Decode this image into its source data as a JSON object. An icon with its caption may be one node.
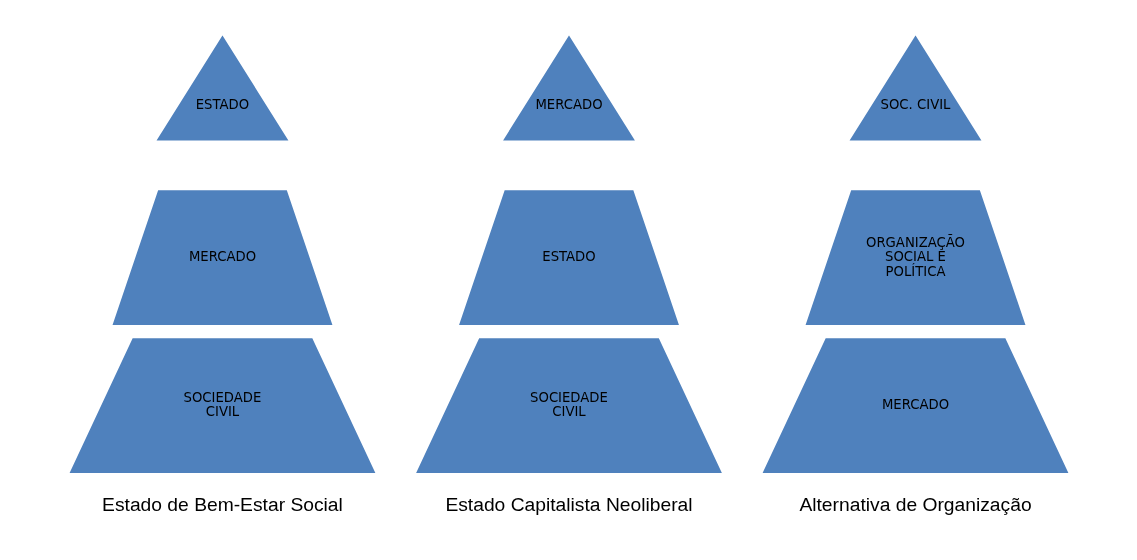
{
  "diagram": {
    "nodes": [
      {
        "text": [
          "ESTADO"
        ]
      },
      {
        "text": [
          "MERCADO"
        ]
      },
      {
        "text": [
          "SOCIEDADE CIVIL"
        ],
        "beside": [
          "Estado de Bem-Estar Social"
        ]
      },
      {
        "text": [
          "MERCADO"
        ]
      },
      {
        "text": [
          "ESTADO"
        ]
      },
      {
        "text": [
          "SOCIEDADE CIVIL"
        ],
        "beside": [
          "Estado Capitalista Neoliberal"
        ]
      },
      {
        "text": [
          "SOC. CIVIL"
        ]
      },
      {
        "text": [
          "ORGANIZAÇÃO SOCIAL E POLÍTICA"
        ]
      },
      {
        "text": [
          "MERCADO"
        ],
        "beside": [
          "Alternativa de Organização"
        ]
      }
    ],
    "edges": []
  }
}
